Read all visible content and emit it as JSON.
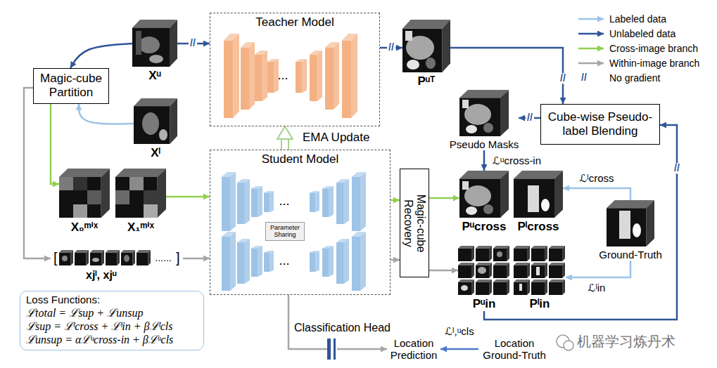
{
  "diagram": {
    "nodes": [
      {
        "text": [
          "Teacher Model"
        ]
      },
      {
        "text": [
          "Student Model"
        ]
      },
      {
        "text": [
          "Parameter Sharing"
        ],
        "in": 1
      },
      {
        "text": [
          "Magic-cube Partition"
        ]
      },
      {
        "text": [
          "Xᵘ"
        ]
      },
      {
        "text": [
          "Xˡ"
        ]
      },
      {
        "text": [
          "Pᵘᵀ"
        ]
      },
      {
        "text": [
          "Cube-wise Pseudo-label Blending"
        ]
      },
      {
        "text": [
          "Pseudo Masks"
        ]
      },
      {
        "text": [
          "Magic-cube Recovery"
        ]
      },
      {
        "text": [
          "Pᵘcross"
        ]
      },
      {
        "text": [
          "Pˡcross"
        ]
      },
      {
        "text": [
          "Ground-Truth"
        ]
      },
      {
        "text": [
          "Pᵘin"
        ]
      },
      {
        "text": [
          "Pˡin"
        ]
      },
      {
        "text": [
          "X₀ᵐⁱˣ"
        ]
      },
      {
        "text": [
          "X₁ᵐⁱˣ"
        ]
      },
      {
        "text": [
          "xjˡ, xjᵘ"
        ]
      },
      {
        "text": [
          "Classification Head"
        ]
      },
      {
        "text": [
          "Location Prediction"
        ]
      },
      {
        "text": [
          "Location Ground-Truth"
        ]
      },
      {
        "text": [
          "Loss Functions:",
          "ℒtotal = ℒsup + ℒunsup",
          "ℒsup = ℒˡcross + ℒˡin + βℒˡcls",
          "ℒunsup = αℒᵘcross-in + βℒᵘcls"
        ]
      }
    ],
    "edges": [
      {
        "from": 4,
        "to": 0,
        "arrow": "to",
        "label": "//"
      },
      {
        "from": 0,
        "to": 6,
        "arrow": "to",
        "label": "//"
      },
      {
        "from": 6,
        "to": 7,
        "arrow": "to",
        "label": "//"
      },
      {
        "from": 4,
        "to": 3,
        "arrow": "to"
      },
      {
        "from": 5,
        "to": 3,
        "arrow": "to"
      },
      {
        "from": 3,
        "to": 15,
        "arrow": "to"
      },
      {
        "from": 3,
        "to": 17,
        "arrow": "to"
      },
      {
        "from": 16,
        "to": 1,
        "arrow": "to"
      },
      {
        "from": 17,
        "to": 1,
        "arrow": "to"
      },
      {
        "from": 1,
        "to": 9,
        "arrow": "to"
      },
      {
        "from": 1,
        "to": 9,
        "arrow": "to"
      },
      {
        "from": 9,
        "to": 10,
        "arrow": "to"
      },
      {
        "from": 9,
        "to": 13,
        "arrow": "to"
      },
      {
        "from": 7,
        "to": 8,
        "arrow": "to",
        "label": "//"
      },
      {
        "from": 8,
        "to": 10,
        "arrow": "to",
        "label": "ℒᵘcross-in"
      },
      {
        "from": 12,
        "to": 11,
        "arrow": "to",
        "label": "ℒˡcross"
      },
      {
        "from": 12,
        "to": 14,
        "arrow": "to",
        "label": "ℒˡin"
      },
      {
        "from": 13,
        "to": 7,
        "arrow": "to",
        "label": "//"
      },
      {
        "from": 1,
        "to": 18,
        "arrow": "none"
      },
      {
        "from": 18,
        "to": 19,
        "arrow": "to"
      },
      {
        "from": 20,
        "to": 19,
        "arrow": "to",
        "label": "ℒˡ,ᵘcls"
      },
      {
        "from": 1,
        "to": 0,
        "arrow": "to",
        "label": "EMA Update"
      }
    ],
    "labels": [
      "...",
      "...",
      "...",
      "[",
      "......",
      "]",
      "//",
      "机器学习炼丹术"
    ],
    "legend": [
      {
        "text": "Labeled data",
        "color": "#9dc3e6"
      },
      {
        "text": "Unlabeled data",
        "color": "#2f5597"
      },
      {
        "text": "Cross-image branch",
        "color": "#92d050"
      },
      {
        "text": "Within-image branch",
        "color": "#a6a6a6"
      },
      {
        "text": "No gradient"
      }
    ]
  }
}
